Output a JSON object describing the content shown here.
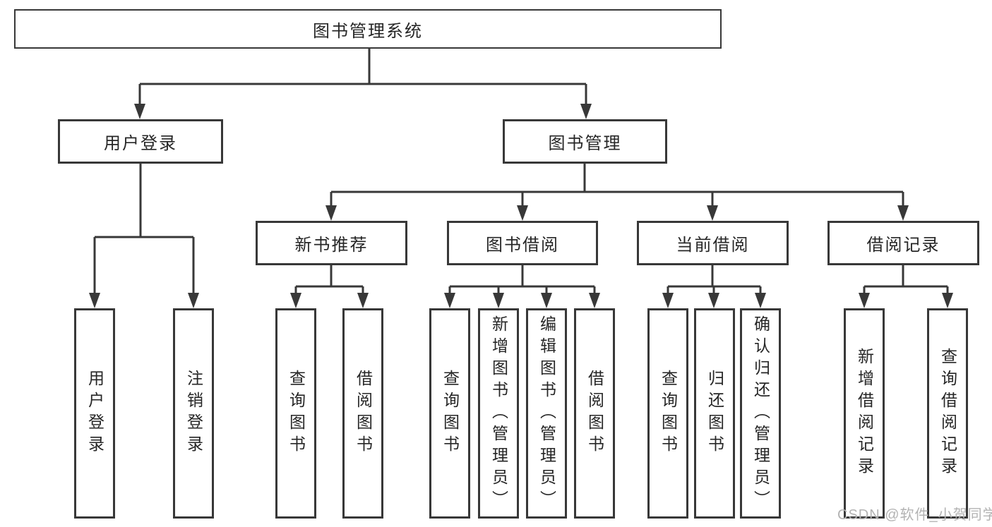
{
  "tree": {
    "root": {
      "label": "图书管理系统"
    },
    "level2": [
      {
        "label": "用户登录"
      },
      {
        "label": "图书管理"
      }
    ],
    "level3": [
      {
        "label": "新书推荐",
        "parent": "图书管理"
      },
      {
        "label": "图书借阅",
        "parent": "图书管理"
      },
      {
        "label": "当前借阅",
        "parent": "图书管理"
      },
      {
        "label": "借阅记录",
        "parent": "图书管理"
      }
    ],
    "level4": [
      {
        "label": "用户登录",
        "parent": "用户登录"
      },
      {
        "label": "注销登录",
        "parent": "用户登录"
      },
      {
        "label": "查询图书",
        "parent": "新书推荐"
      },
      {
        "label": "借阅图书",
        "parent": "新书推荐"
      },
      {
        "label": "查询图书",
        "parent": "图书借阅"
      },
      {
        "label": "新增图书（管理员）",
        "parent": "图书借阅"
      },
      {
        "label": "编辑图书（管理员）",
        "parent": "图书借阅"
      },
      {
        "label": "借阅图书",
        "parent": "图书借阅"
      },
      {
        "label": "查询图书",
        "parent": "当前借阅"
      },
      {
        "label": "归还图书",
        "parent": "当前借阅"
      },
      {
        "label": "确认归还（管理员）",
        "parent": "当前借阅"
      },
      {
        "label": "新增借阅记录",
        "parent": "借阅记录"
      },
      {
        "label": "查询借阅记录",
        "parent": "借阅记录"
      }
    ]
  },
  "watermark": {
    "text": "CSDN @软件_小贺同学"
  },
  "colors": {
    "line": "#383838",
    "box_border": "#383838",
    "text": "#262626",
    "background": "#ffffff",
    "watermark_text": "#b3b3b3"
  }
}
